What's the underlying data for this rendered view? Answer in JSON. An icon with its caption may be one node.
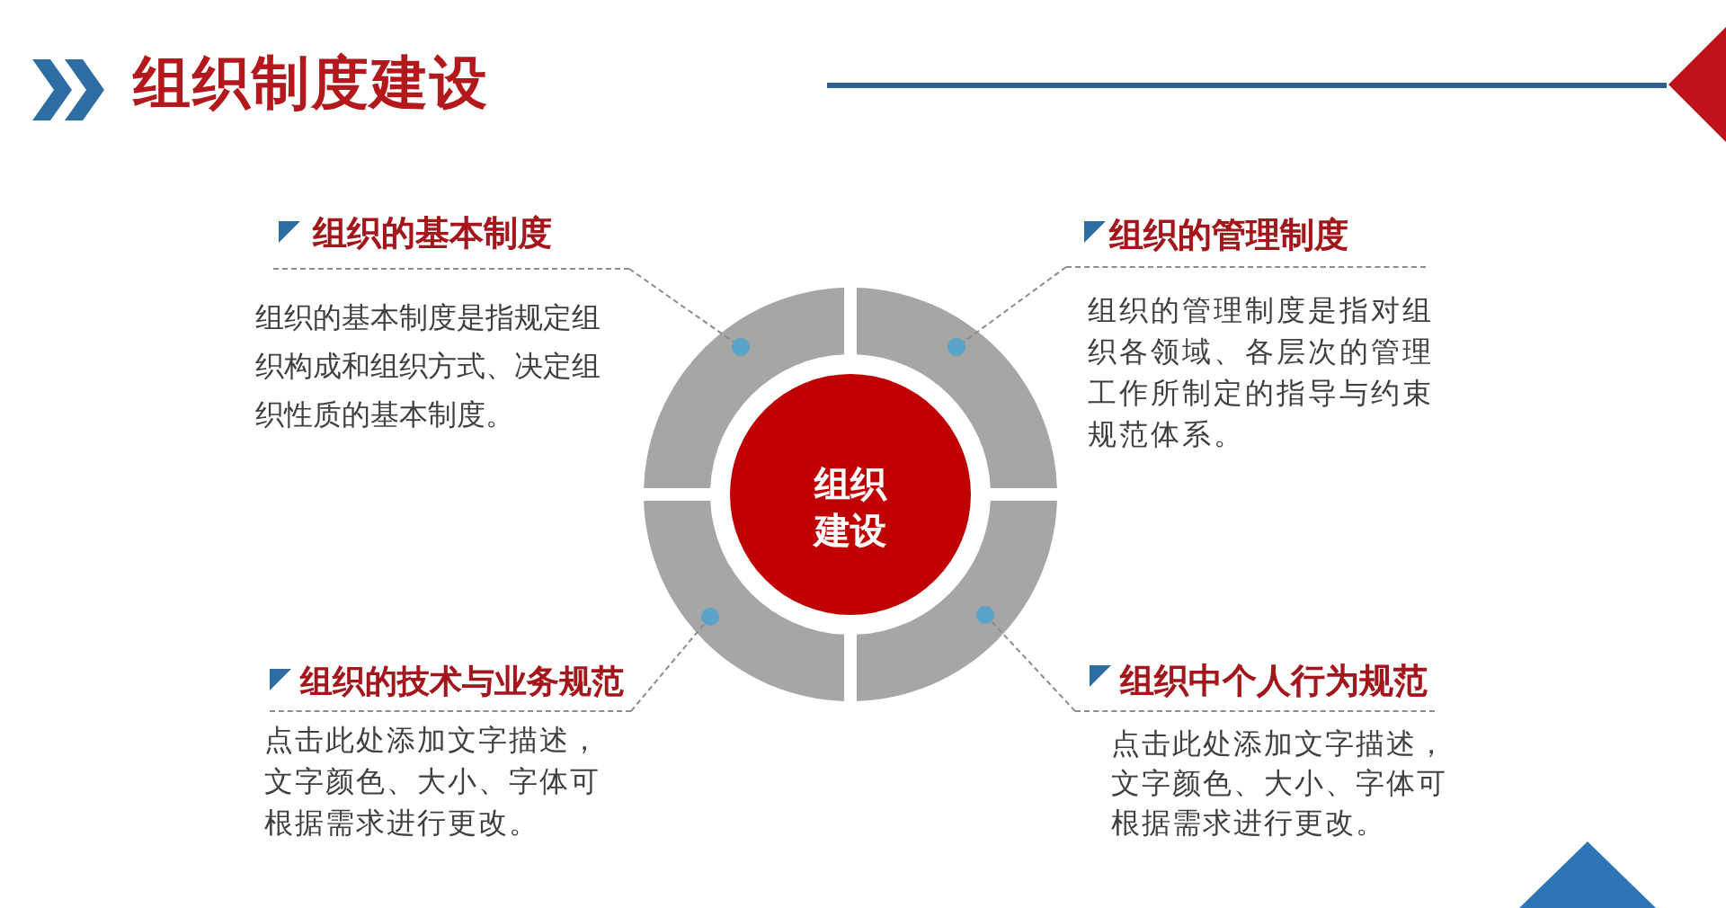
{
  "diagram": {
    "title": "组织制度建设",
    "nodes": [
      {
        "text": [
          "组织的基本制度",
          "组织的基本制度是指规定组织构成和组织方式、决定组织性质的基本制度。"
        ]
      },
      {
        "text": [
          "组织的管理制度",
          "组织的管理制度是指对组织各领域、各层次的管理工作所制定的指导与约束规范体系。"
        ]
      },
      {
        "text": [],
        "shape": "arc"
      },
      {
        "text": [],
        "shape": "circle",
        "in": 2
      },
      {
        "text": [],
        "shape": "arc"
      },
      {
        "text": [],
        "shape": "circle",
        "in": 4
      },
      {
        "text": [
          "组织建设"
        ]
      },
      {
        "text": [],
        "shape": "arc"
      },
      {
        "text": [],
        "shape": "circle",
        "in": 7
      },
      {
        "text": [],
        "shape": "arc"
      },
      {
        "text": [],
        "shape": "circle",
        "in": 9
      },
      {
        "text": [
          "组织的技术与业务规范",
          "点击此处添加文字描述，文字颜色、大小、字体可根据需求进行更改。"
        ]
      },
      {
        "text": [
          "组织中个人行为规范",
          "点击此处添加文字描述，文字颜色、大小、字体可根据需求进行更改。"
        ]
      }
    ],
    "edges": [
      {
        "from": 0,
        "to": 3,
        "arrow": "none",
        "style": "dashed"
      },
      {
        "from": 1,
        "to": 5,
        "arrow": "none",
        "style": "dashed"
      },
      {
        "from": 11,
        "to": 8,
        "arrow": "none",
        "style": "dashed"
      },
      {
        "from": 12,
        "to": 10,
        "arrow": "none",
        "style": "dashed"
      }
    ]
  }
}
